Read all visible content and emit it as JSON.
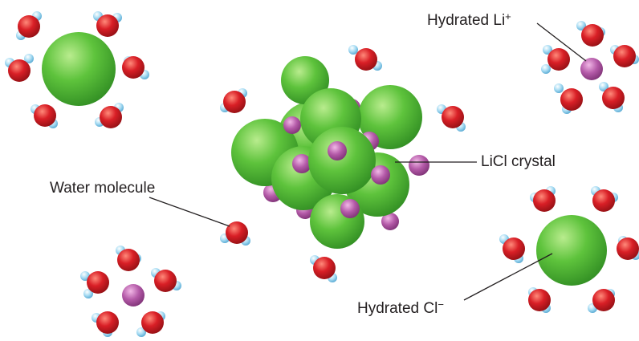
{
  "labels": {
    "hydrated_li": {
      "text": "Hydrated Li",
      "sup": "+"
    },
    "licl_crystal": {
      "text": "LiCl crystal"
    },
    "water_molecule": {
      "text": "Water molecule"
    },
    "hydrated_cl": {
      "text": "Hydrated Cl",
      "sup": "−"
    }
  },
  "colors": {
    "chloride_ion": "#5ec33c",
    "lithium_ion": "#b45aa8",
    "oxygen_atom": "#d91f26",
    "hydrogen_atom": "#8fd0ec",
    "leader_line": "#231f20",
    "text": "#231f20"
  }
}
